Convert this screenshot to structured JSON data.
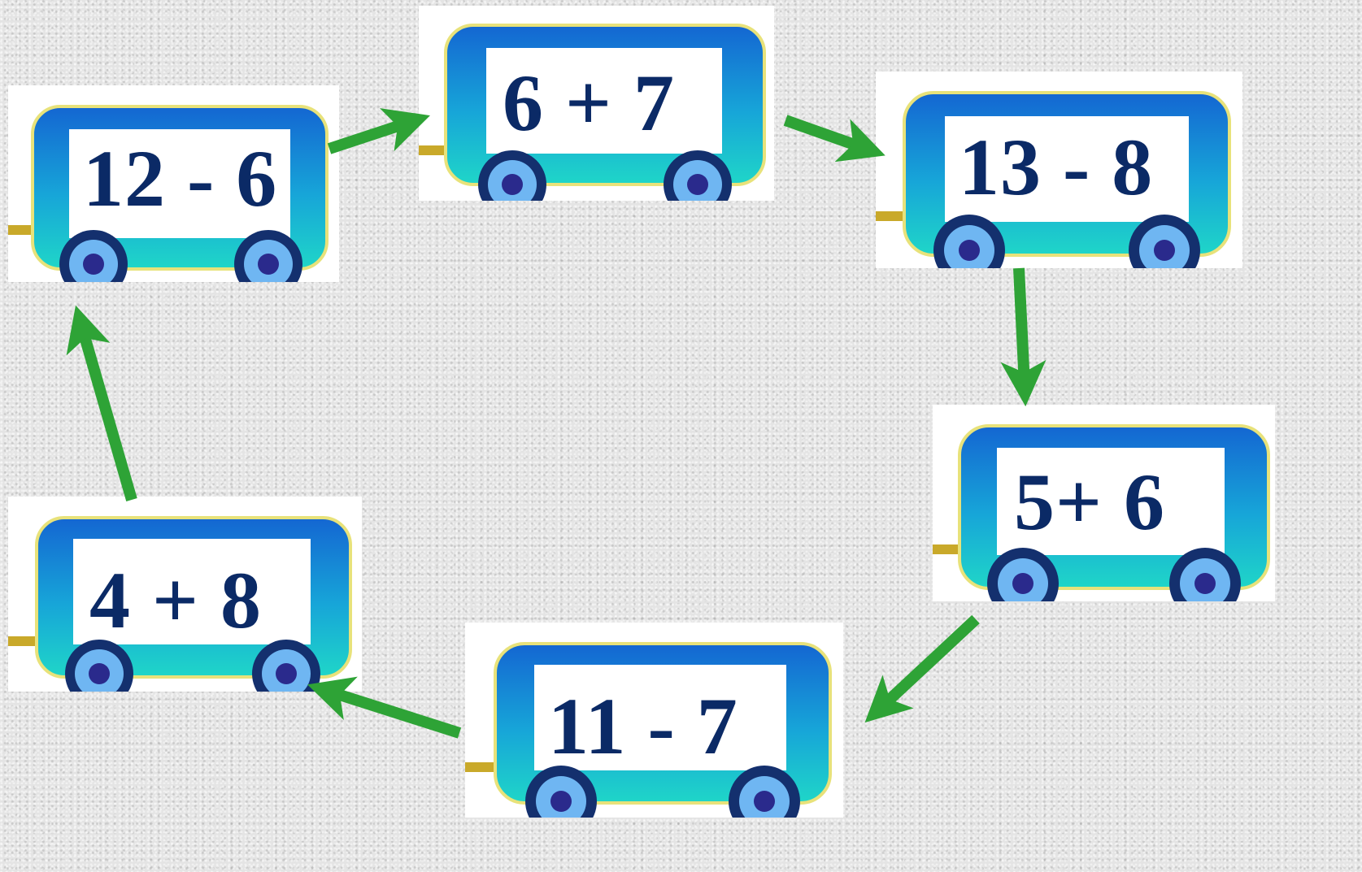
{
  "wagons": [
    {
      "id": "12-6",
      "expression": "12 - 6"
    },
    {
      "id": "6+7",
      "expression": "6 + 7"
    },
    {
      "id": "13-8",
      "expression": "13 - 8"
    },
    {
      "id": "5+6",
      "expression": "5+ 6"
    },
    {
      "id": "11-7",
      "expression": "11 - 7"
    },
    {
      "id": "4+8",
      "expression": "4 + 8"
    }
  ],
  "colors": {
    "expression_text": "#0b2a66",
    "wagon_top": "#1466d2",
    "wagon_bottom": "#1fd6c8",
    "wheel_outer": "#14306e",
    "wheel_ring": "#6fb6f2",
    "wheel_hub": "#2a2a8c",
    "arrow": "#2ea336",
    "coupler": "#c9a92a"
  }
}
